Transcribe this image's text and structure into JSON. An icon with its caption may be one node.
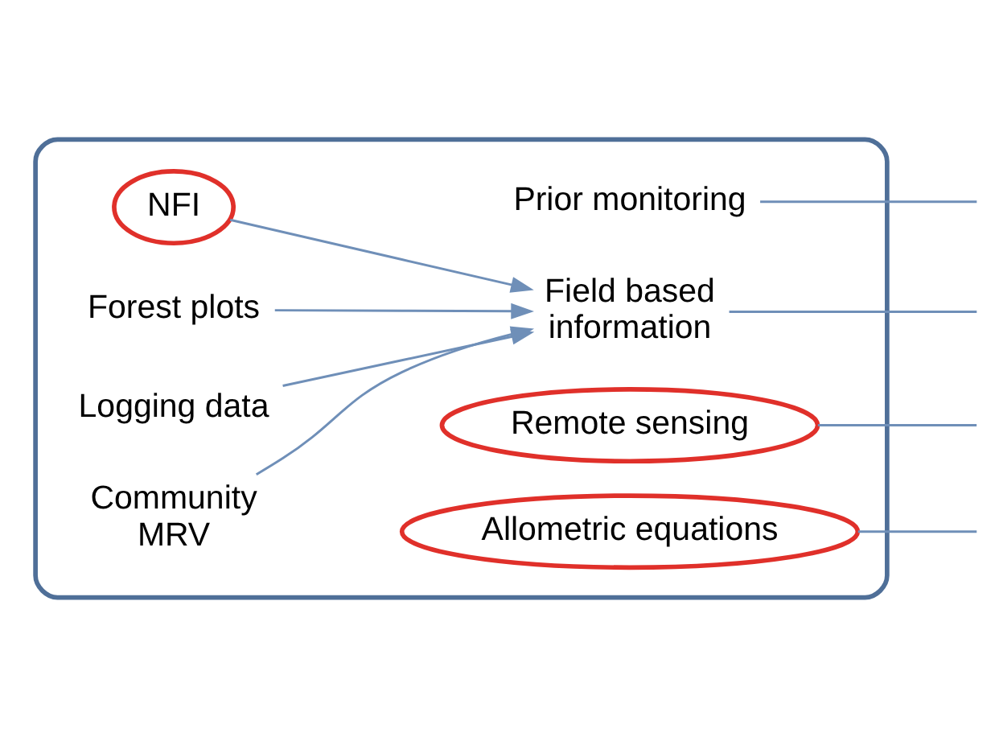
{
  "diagram": {
    "nodes": [
      {
        "text": [],
        "shape": "box"
      },
      {
        "text": [
          "NFI"
        ],
        "in": 0
      },
      {
        "text": [
          "Forest plots"
        ],
        "in": 0
      },
      {
        "text": [
          "Logging data"
        ],
        "in": 0
      },
      {
        "text": [
          "Community MRV"
        ],
        "in": 0
      },
      {
        "text": [
          "Prior monitoring"
        ],
        "in": 0
      },
      {
        "text": [
          "Field based information"
        ],
        "in": 0
      },
      {
        "text": [
          "Remote sensing"
        ],
        "in": 0
      },
      {
        "text": [
          "Allometric equations"
        ],
        "in": 0
      }
    ],
    "edges": [
      {
        "from": 1,
        "to": 6,
        "arrow": "to"
      },
      {
        "from": 2,
        "to": 6,
        "arrow": "to"
      },
      {
        "from": 3,
        "to": 6,
        "arrow": "to"
      },
      {
        "from": 4,
        "to": 6,
        "arrow": "to"
      },
      {
        "from": 5,
        "to": null,
        "arrow": "none"
      },
      {
        "from": 6,
        "to": null,
        "arrow": "none"
      },
      {
        "from": 7,
        "to": null,
        "arrow": "none"
      },
      {
        "from": 8,
        "to": null,
        "arrow": "none"
      }
    ]
  }
}
